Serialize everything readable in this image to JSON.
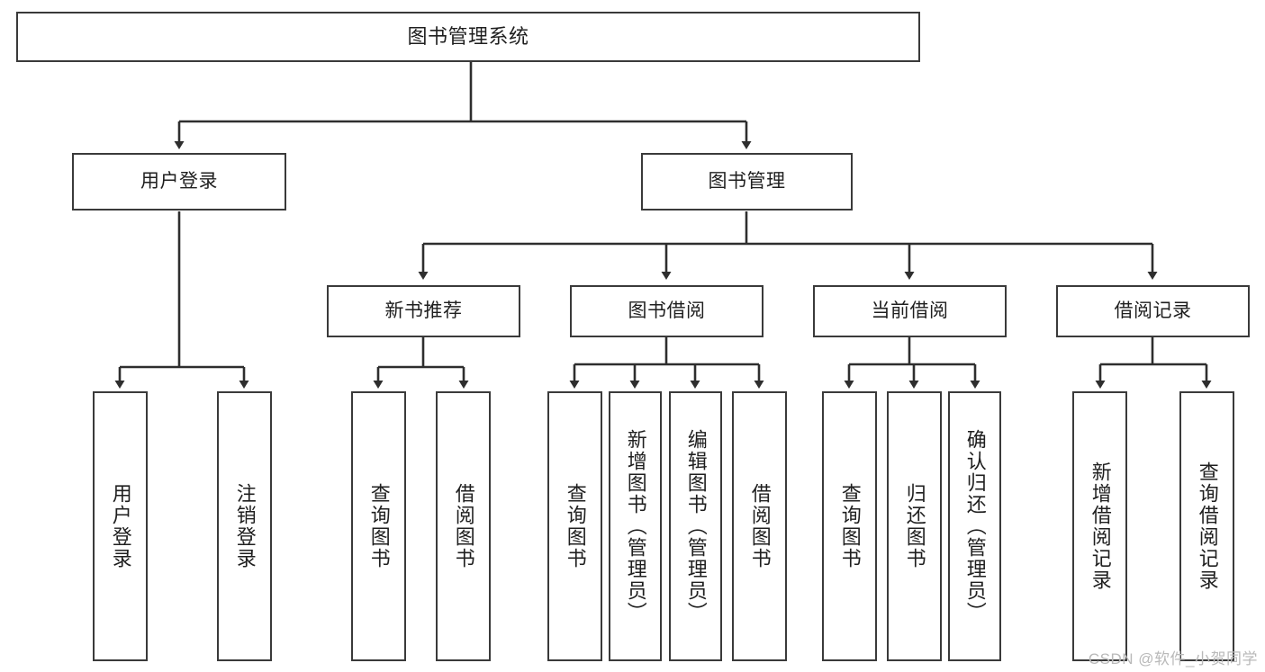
{
  "diagram": {
    "type": "tree-hierarchy",
    "title": "图书管理系统",
    "root": {
      "label": "图书管理系统"
    },
    "tier1": [
      {
        "label": "用户登录"
      },
      {
        "label": "图书管理"
      }
    ],
    "tier2": [
      {
        "label": "新书推荐"
      },
      {
        "label": "图书借阅"
      },
      {
        "label": "当前借阅"
      },
      {
        "label": "借阅记录"
      }
    ],
    "leaves": {
      "user_login": [
        {
          "label": "用户登录"
        },
        {
          "label": "注销登录"
        }
      ],
      "new_book_recommend": [
        {
          "label": "查询图书"
        },
        {
          "label": "借阅图书"
        }
      ],
      "book_borrow": [
        {
          "label": "查询图书"
        },
        {
          "label": "新增图书（管理员）"
        },
        {
          "label": "编辑图书（管理员）"
        },
        {
          "label": "借阅图书"
        }
      ],
      "current_borrow": [
        {
          "label": "查询图书"
        },
        {
          "label": "归还图书"
        },
        {
          "label": "确认归还（管理员）"
        }
      ],
      "borrow_record": [
        {
          "label": "新增借阅记录"
        },
        {
          "label": "查询借阅记录"
        }
      ]
    }
  },
  "watermark": {
    "text": "CSDN @软件_小贺同学"
  },
  "colors": {
    "stroke": "#3a3a3a",
    "text": "#1f1f1f",
    "background": "#ffffff",
    "watermark": "#b9b9b9"
  }
}
